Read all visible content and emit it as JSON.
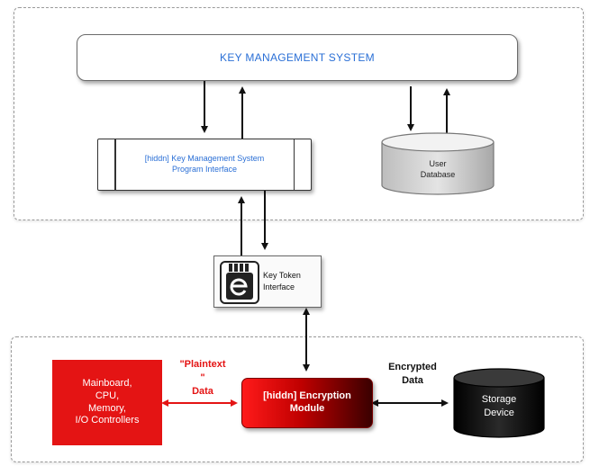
{
  "kms": {
    "title": "KEY MANAGEMENT SYSTEM"
  },
  "api": {
    "line1": "[hiddn] Key Management System",
    "line2": "Program Interface"
  },
  "user_db": {
    "line1": "User",
    "line2": "Database"
  },
  "key_token": {
    "line1": "Key Token",
    "line2": "Interface"
  },
  "mainboard": {
    "line1": "Mainboard,",
    "line2": "CPU,",
    "line3": "Memory,",
    "line4": "I/O Controllers"
  },
  "plaintext": {
    "line1": "\"Plaintext",
    "line2": "\"",
    "line3": "Data"
  },
  "encryption": {
    "line1": "[hiddn] Encryption",
    "line2": "Module"
  },
  "encrypted": {
    "line1": "Encrypted",
    "line2": "Data"
  },
  "storage": {
    "line1": "Storage",
    "line2": "Device"
  },
  "colors": {
    "accent_blue": "#2a6fd6",
    "red": "#e41414",
    "dark": "#111111"
  }
}
